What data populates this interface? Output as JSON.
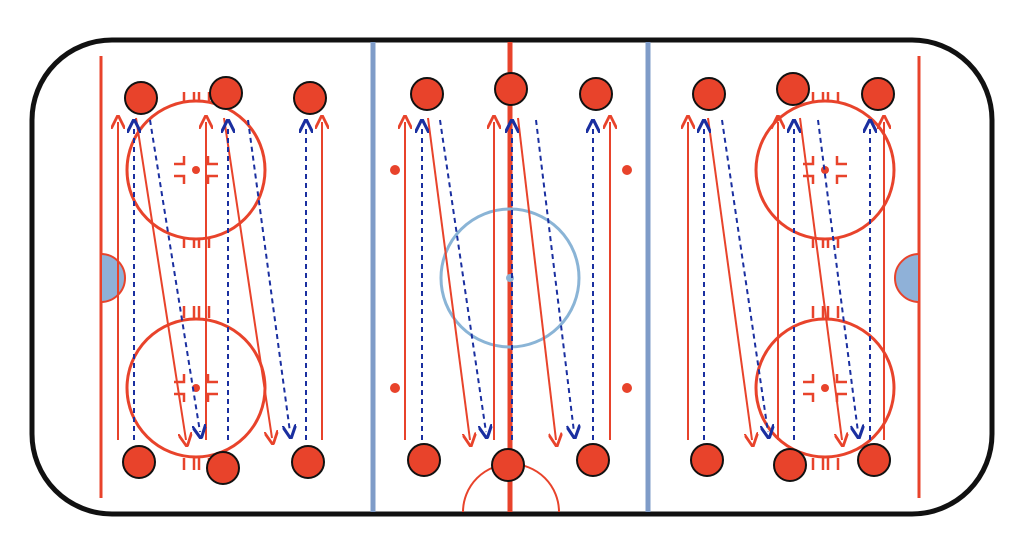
{
  "diagram": {
    "kind": "hockey-drill",
    "view": "full-rink-horizontal",
    "colors": {
      "boards": "#111111",
      "ice": "#ffffff",
      "red_line": "#e8432b",
      "blue_line": "#7f9cc8",
      "center_circle": "#8ab4d6",
      "crease": "#8fb1d8",
      "player_fill": "#e8432b",
      "player_outline": "#111111",
      "skate_path": "#e8432b",
      "pass_path": "#1a2fa0"
    },
    "elements": {
      "players_per_zone": 6,
      "zones": [
        "left-zone",
        "neutral-zone",
        "right-zone"
      ],
      "skate_path_style": "solid-red-with-arrow",
      "pass_path_style": "dashed-blue-with-chevron"
    }
  }
}
